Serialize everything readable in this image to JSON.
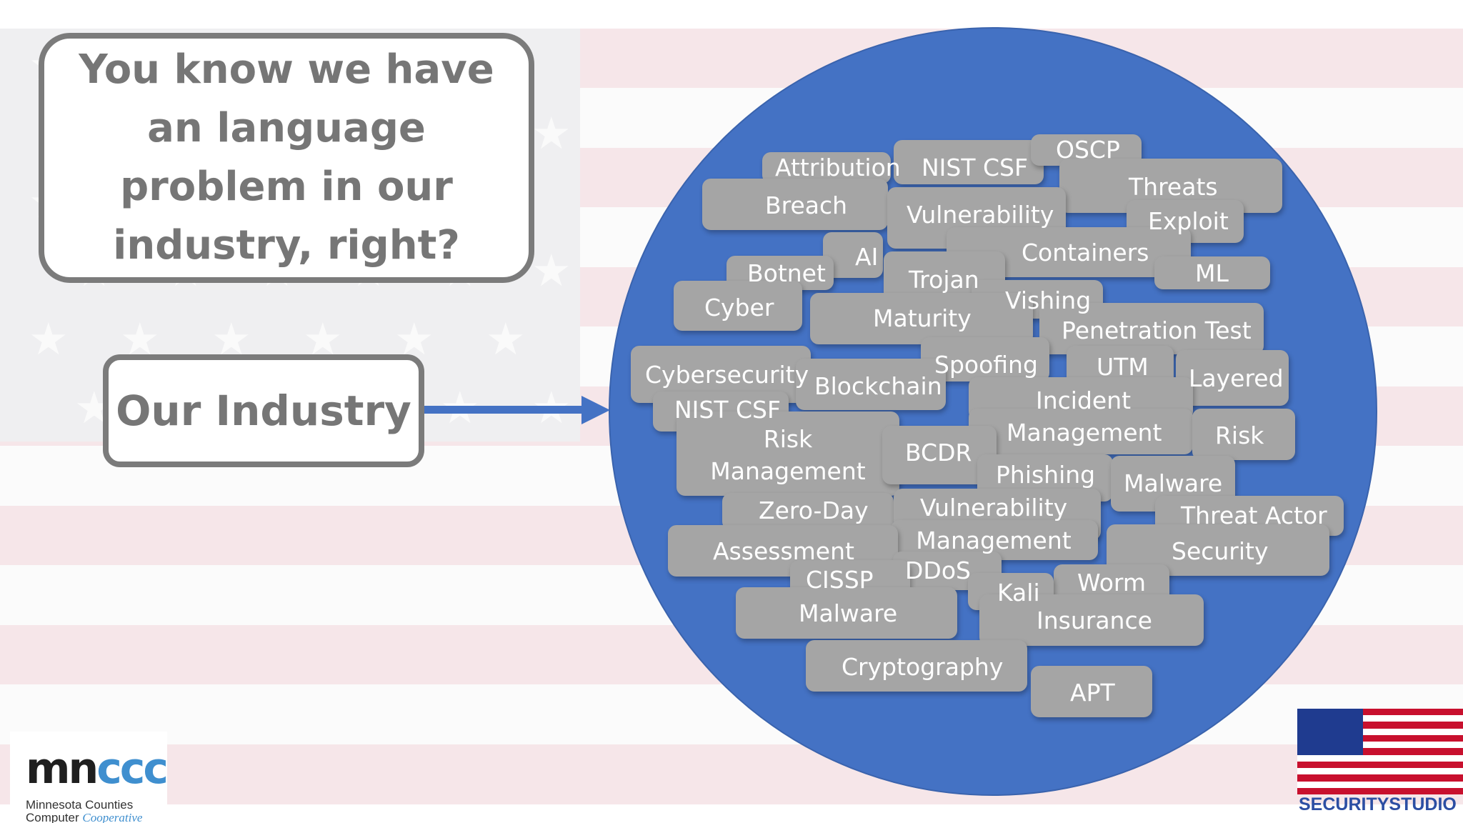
{
  "slide": {
    "question": "You know we have an language problem in our industry, right?",
    "industry_label": "Our Industry",
    "colors": {
      "circle": "#4472c4",
      "chip": "#a5a5a5",
      "callout_border": "#7b7b7b",
      "callout_text": "#767676"
    }
  },
  "terms": [
    "Attribution",
    "NIST CSF",
    "OSCP",
    "Breach",
    "Threats",
    "Vulnerability",
    "Exploit",
    "AI",
    "Containers",
    "Botnet",
    "Trojan",
    "ML",
    "Cyber",
    "Vishing",
    "Maturity",
    "Penetration Test",
    "Cybersecurity",
    "Spoofing",
    "UTM",
    "Blockchain",
    "Layered",
    "Incident",
    "NIST CSF",
    "Management",
    "Risk",
    "Risk",
    "Management",
    "BCDR",
    "Phishing",
    "Malware",
    "Zero-Day",
    "Vulnerability",
    "Threat Actor",
    "Management",
    "Assessment",
    "Security",
    "DDoS",
    "CISSP",
    "Worm",
    "Kali",
    "Malware",
    "Insurance",
    "Cryptography",
    "APT"
  ],
  "logos": {
    "mnccc_word": "mnccc",
    "mnccc_line1": "Minnesota Counties",
    "mnccc_line2a": "Computer",
    "mnccc_line2b": "Cooperative",
    "security_studio": "SECURITYSTUDIO"
  }
}
